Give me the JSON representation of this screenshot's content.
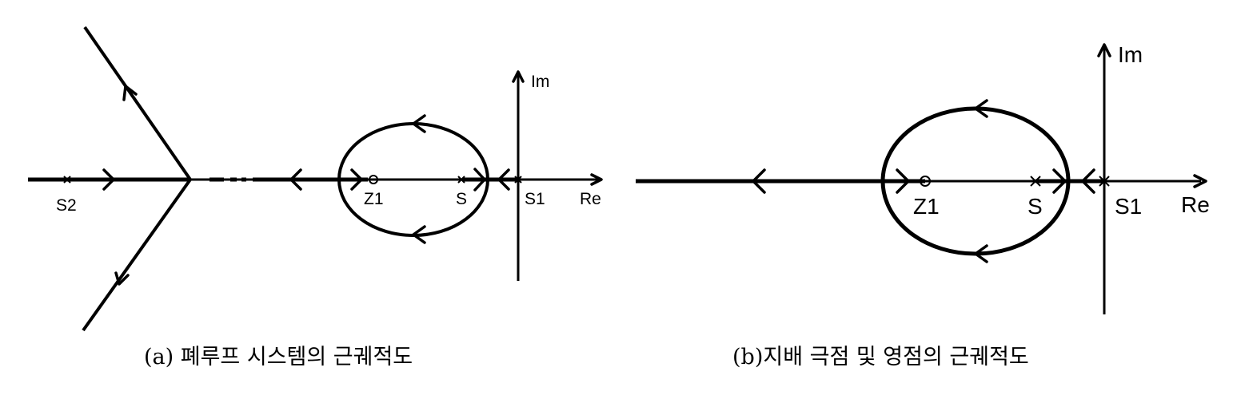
{
  "panel_a": {
    "labels": {
      "s2": "S2",
      "z1": "Z1",
      "s": "S",
      "s1": "S1",
      "re": "Re",
      "im": "Im"
    },
    "caption": "(a) 폐루프 시스템의 근궤적도"
  },
  "panel_b": {
    "labels": {
      "z1": "Z1",
      "s": "S",
      "s1": "S1",
      "re": "Re",
      "im": "Im"
    },
    "caption": "(b)지배 극점 및 영점의 근궤적도"
  },
  "colors": {
    "line": "#000000",
    "background": "#ffffff"
  }
}
